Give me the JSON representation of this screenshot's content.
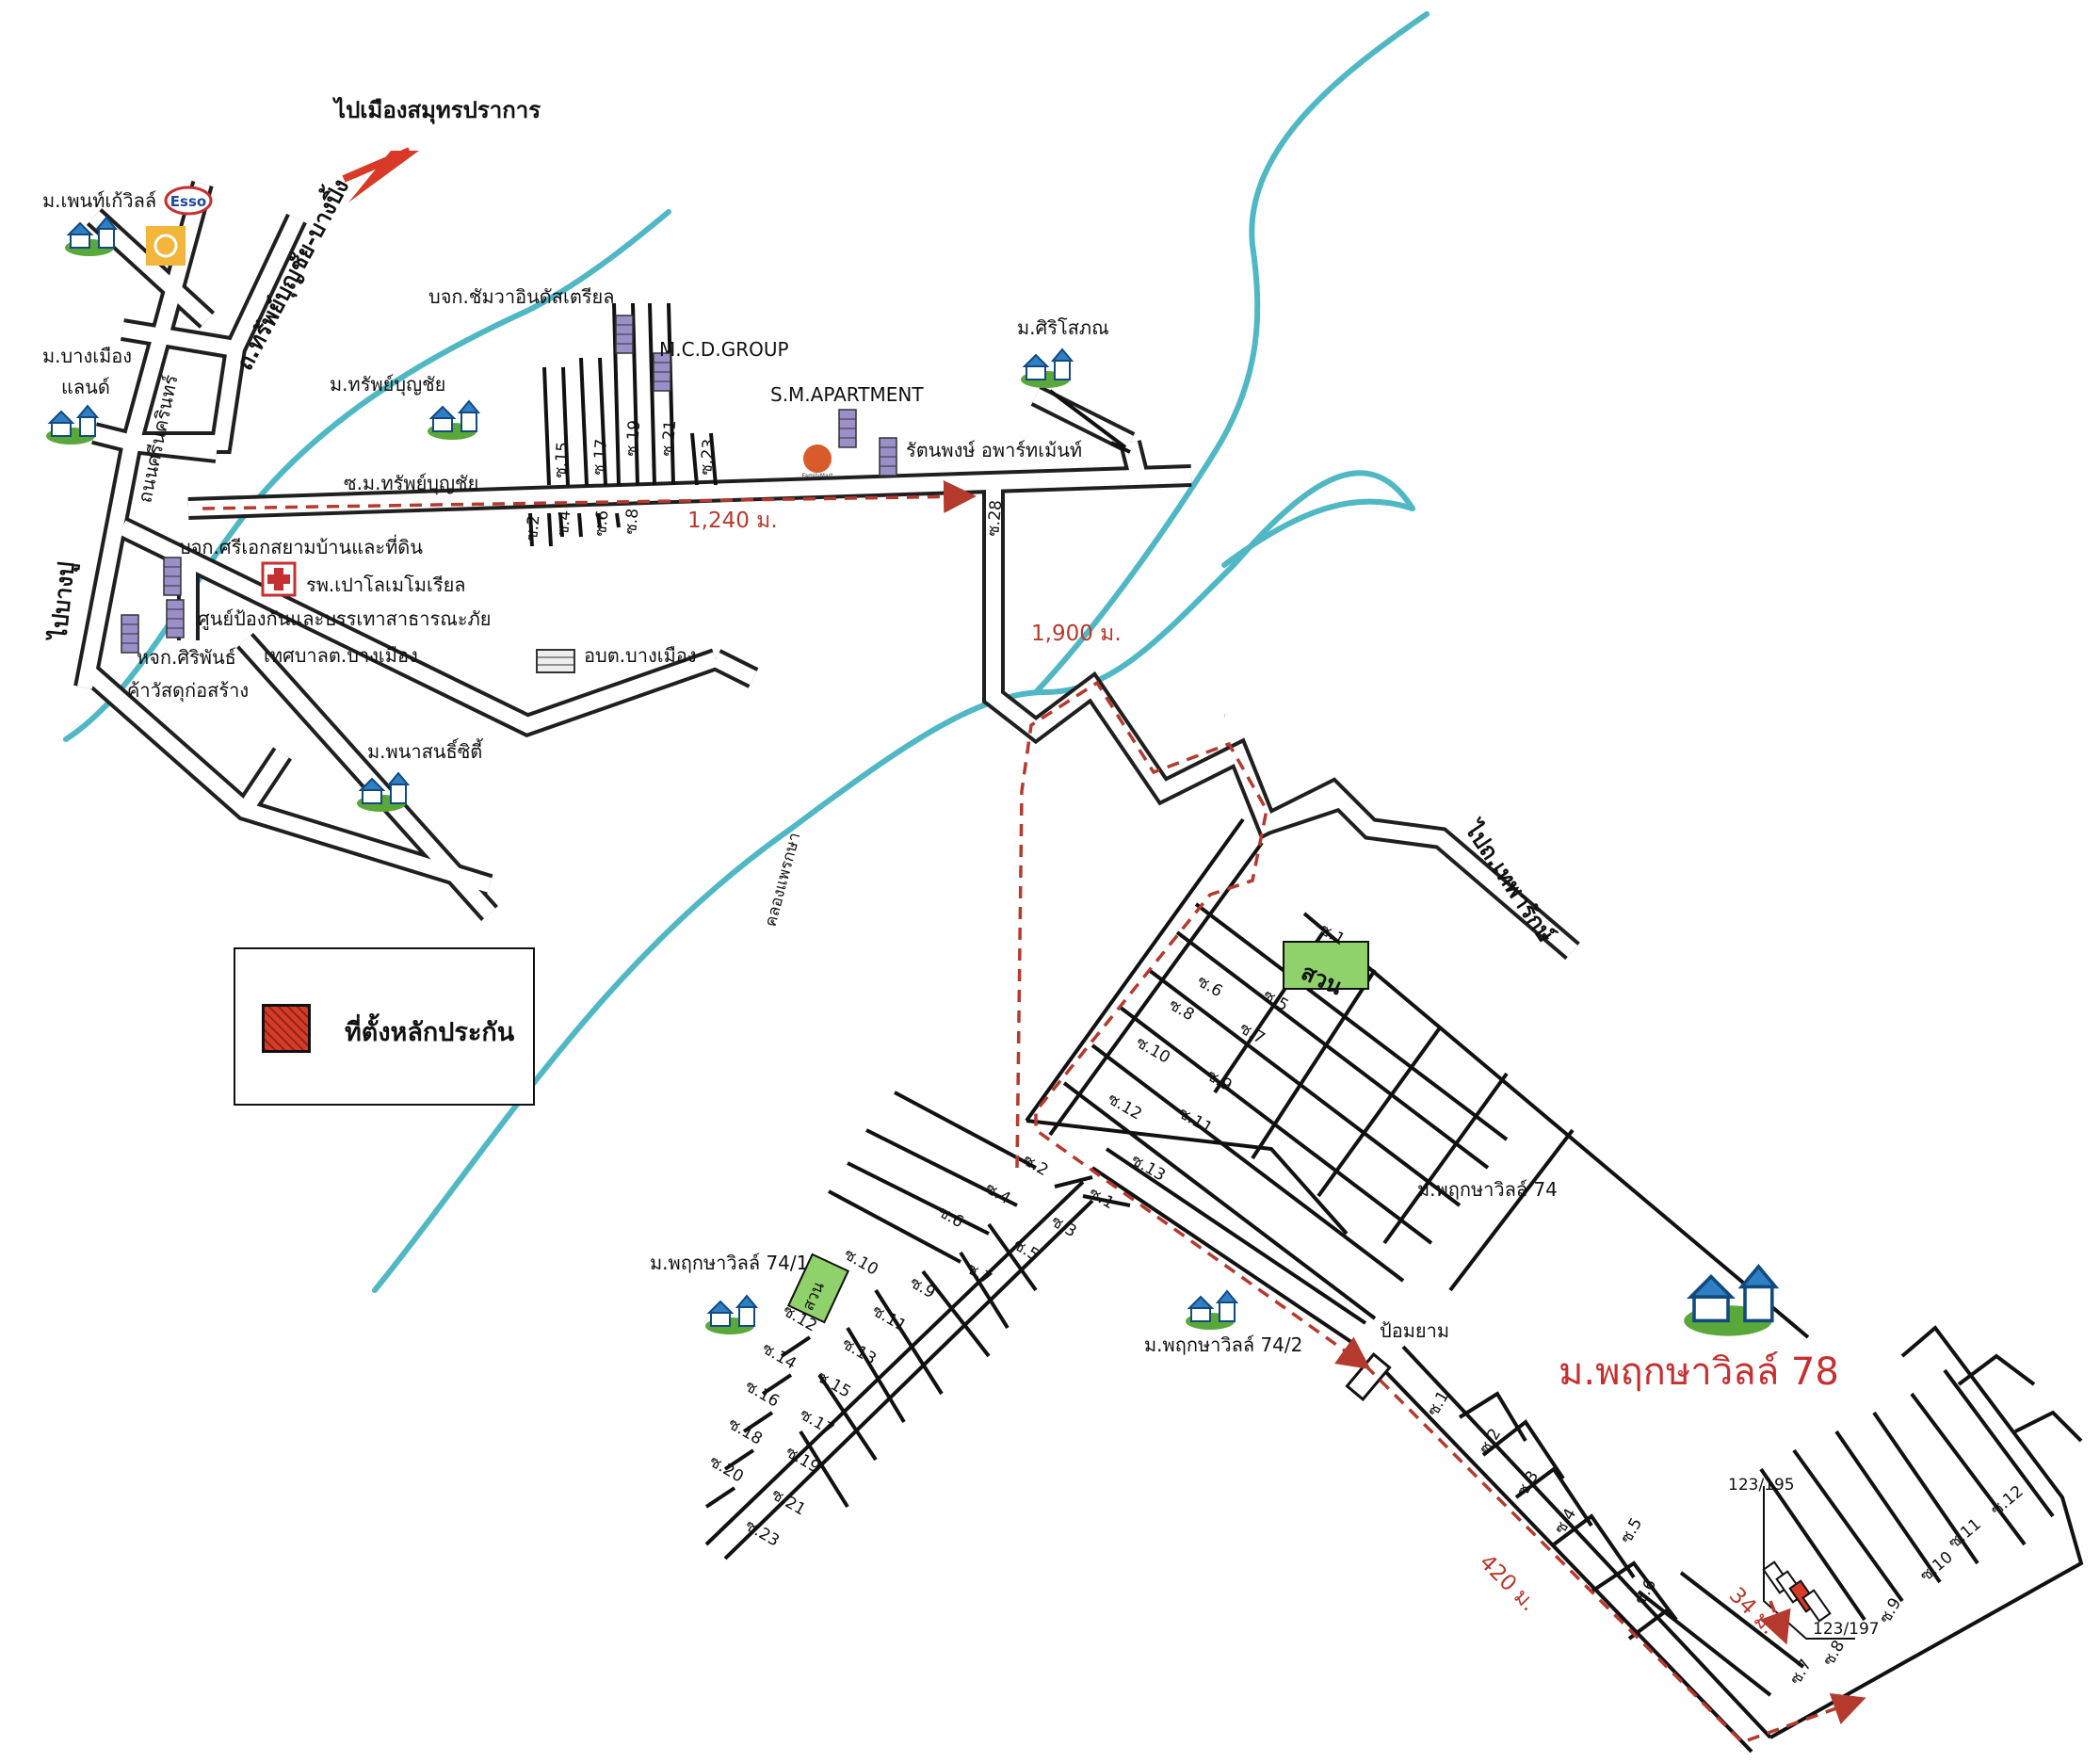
{
  "legend": {
    "label": "ที่ตั้งหลักประกัน",
    "color": "#d93a28"
  },
  "labels": {
    "to_samutprakan": "ไปเมืองสมุทรปราการ",
    "road_sapbunchai_bangphli": "ถ.ทรัพย์บุญชัย-บางปิ้ง",
    "road_srinakarin": "ถนนศรีนครินทร์",
    "to_bangpu": "ไปบางปู",
    "penthouse_ville": "ม.เพนท์เก้วิลล์",
    "esso": "Esso",
    "bangmuang_land_1": "ม.บางเมือง",
    "bangmuang_land_2": "แลนด์",
    "chomwa_industrial": "บจก.ชัมวาอินดัสเตรียล",
    "mcd_group": "M.C.D.GROUP",
    "sm_apartment": "S.M.APARTMENT",
    "rattanapong_apartment": "รัตนพงษ์ อพาร์ทเม้นท์",
    "siriphon": "ม.ศิริโสภณ",
    "sapbunchai_village": "ม.ทรัพย์บุญชัย",
    "soi_sapbunchai": "ซ.ม.ทรัพย์บุญชัย",
    "sriake_siam": "บจก.ศรีเอกสยามบ้านและที่ดิน",
    "paolo_hospital": "รพ.เปาโลเมโมเรียล",
    "disaster_center": "ศูนย์ป้องกันและบรรเทาสาธารณะภัย",
    "bangmuang_municipality": "เทศบาลต.บางเมือง",
    "obt_bangmuang": "อบต.บางเมือง",
    "siriphan_1": "หจก.ศิริพันธ์",
    "siriphan_2": "ค้าวัสดุก่อสร้าง",
    "panason_city": "ม.พนาสนธิ์ซิตี้",
    "canal_name": "คลองแพรกษา",
    "to_theparak": "ไปถ.เทพารักษ์",
    "park": "สวน",
    "pruksa_74": "ม.พฤกษาวิลล์ 74",
    "pruksa_74_1": "ม.พฤกษาวิลล์ 74/1",
    "pruksa_74_2": "ม.พฤกษาวิลล์ 74/2",
    "guard_post": "ป้อมยาม",
    "project_title": "ม.พฤกษาวิลล์ 78",
    "house_195": "123/195",
    "house_197": "123/197",
    "family_mart": "FamilyMart"
  },
  "distances": {
    "d1240": "1,240 ม.",
    "d1900": "1,900 ม.",
    "d420": "420 ม.",
    "d34": "34 ม."
  },
  "soi_top": [
    "ซ.2",
    "ซ.4",
    "ซ.6",
    "ซ.8",
    "ซ.15",
    "ซ.17",
    "ซ.19",
    "ซ.21",
    "ซ.23",
    "ซ.28"
  ],
  "soi_74": [
    "ซ.1",
    "ซ.5",
    "ซ.6",
    "ซ.7",
    "ซ.8",
    "ซ.9",
    "ซ.10",
    "ซ.11",
    "ซ.12",
    "ซ.13"
  ],
  "soi_74_2": [
    "ซ.1",
    "ซ.2",
    "ซ.3",
    "ซ.4",
    "ซ.5",
    "ซ.6",
    "ซ.7",
    "ซ.9",
    "ซ.10",
    "ซ.11",
    "ซ.12",
    "ซ.13",
    "ซ.14",
    "ซ.15",
    "ซ.16",
    "ซ.17",
    "ซ.18",
    "ซ.19",
    "ซ.20",
    "ซ.21",
    "ซ.23"
  ],
  "soi_78": [
    "ซ.1",
    "ซ.2",
    "ซ.3",
    "ซ.4",
    "ซ.5",
    "ซ.6",
    "ซ.7",
    "ซ.8",
    "ซ.9",
    "ซ.10",
    "ซ.11",
    "ซ.12"
  ],
  "colors": {
    "canal": "#4fb8c4",
    "route": "#b53a2e",
    "project": "#c62f2f",
    "park": "#8fd16a"
  }
}
